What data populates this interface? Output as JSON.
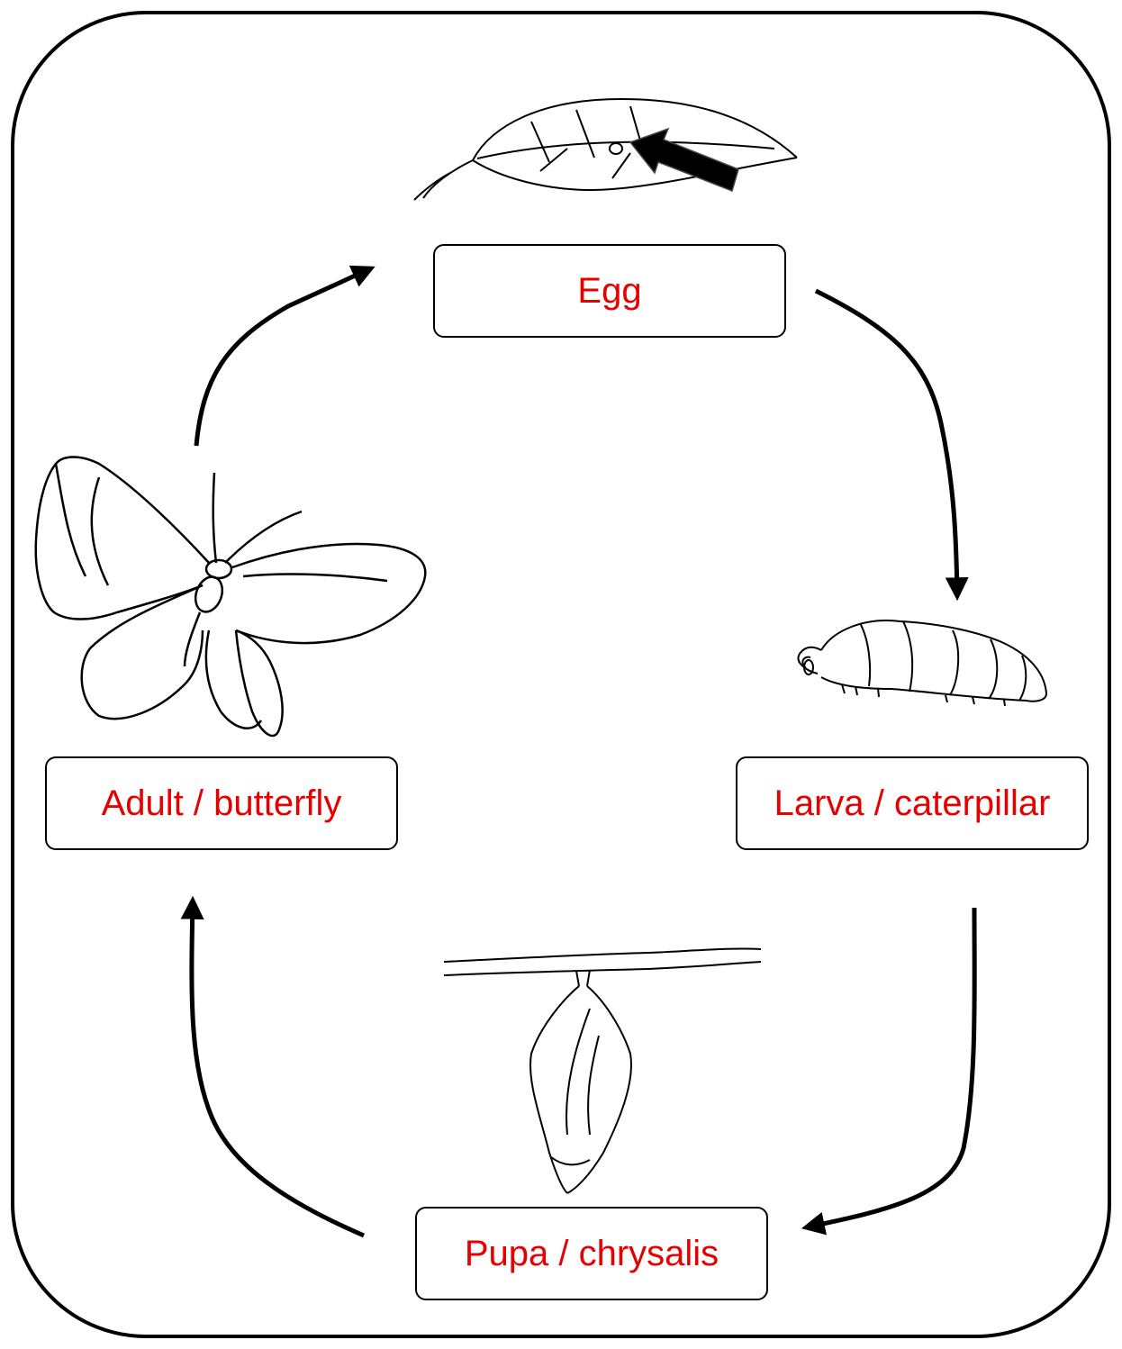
{
  "colors": {
    "label_text": "#e60000",
    "line": "#000000",
    "background": "#ffffff"
  },
  "stages": {
    "egg": {
      "label": "Egg",
      "icon": "leaf-with-egg-icon"
    },
    "larva": {
      "label": "Larva / caterpillar",
      "icon": "caterpillar-icon"
    },
    "pupa": {
      "label": "Pupa / chrysalis",
      "icon": "chrysalis-icon"
    },
    "adult": {
      "label": "Adult / butterfly",
      "icon": "butterfly-icon"
    }
  },
  "cycle_order": [
    "egg",
    "larva",
    "pupa",
    "adult"
  ]
}
